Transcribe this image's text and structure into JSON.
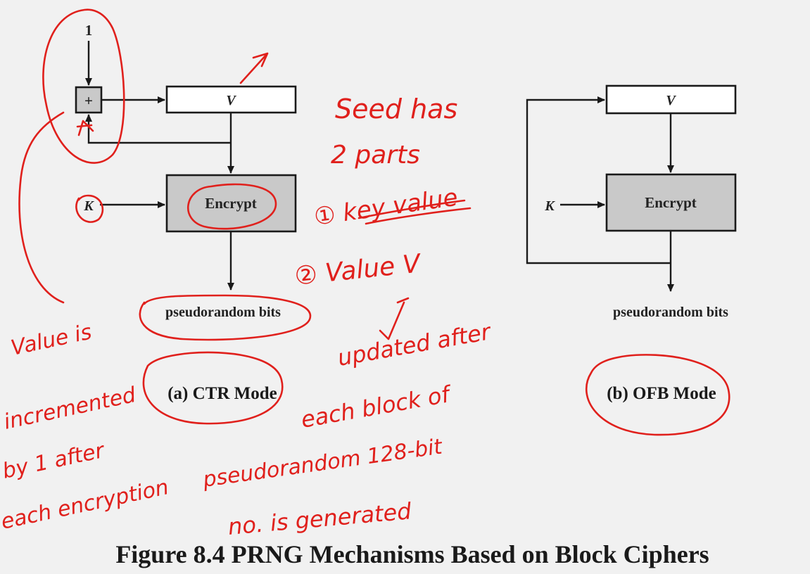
{
  "ctr": {
    "counter_input": "1",
    "adder_symbol": "+",
    "v_label": "V",
    "k_label": "K",
    "encrypt_label": "Encrypt",
    "output_label": "pseudorandom bits",
    "caption": "(a) CTR Mode"
  },
  "ofb": {
    "v_label": "V",
    "k_label": "K",
    "encrypt_label": "Encrypt",
    "output_label": "pseudorandom bits",
    "caption": "(b) OFB Mode"
  },
  "figure_title": "Figure 8.4  PRNG Mechanisms Based on Block Ciphers",
  "annotations": {
    "seed_line1": "Seed has",
    "seed_line2": "2 parts",
    "part1": "① key value",
    "part2": "② Value V",
    "updated_line1": "updated after",
    "updated_line2": "each block of",
    "updated_line3": "pseudorandom 128-bit",
    "updated_line4": "no. is generated",
    "incr_line1": "Value is",
    "incr_line2": "incremented",
    "incr_line3": "by 1 after",
    "incr_line4": "each encryption"
  },
  "colors": {
    "background": "#f1f1f1",
    "annotation_ink": "#e0201c",
    "box_gray": "#c9c9c9"
  }
}
